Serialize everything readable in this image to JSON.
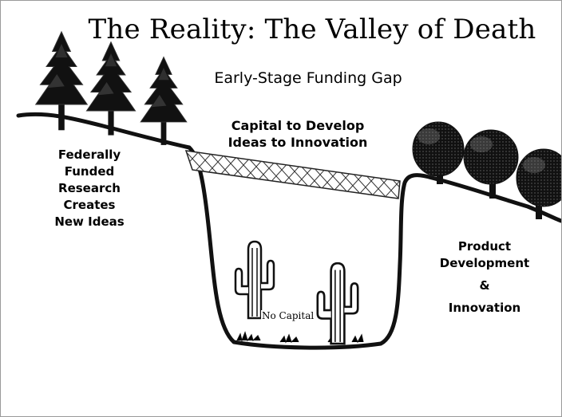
{
  "slide": {
    "title": "The Reality: The Valley of Death",
    "subtitle": "Early-Stage Funding Gap",
    "left_label_lines": [
      "Federally",
      "Funded",
      "Research",
      "Creates",
      "New Ideas"
    ],
    "bridge_label_lines": [
      "Capital to Develop",
      "Ideas to Innovation"
    ],
    "right_label": {
      "line1": "Product",
      "line2": "Development",
      "amp": "&",
      "line3": "Innovation"
    },
    "valley_label": "No Capital"
  },
  "icons": [
    "tree-icon",
    "cactus-icon",
    "bridge-net-icon"
  ]
}
